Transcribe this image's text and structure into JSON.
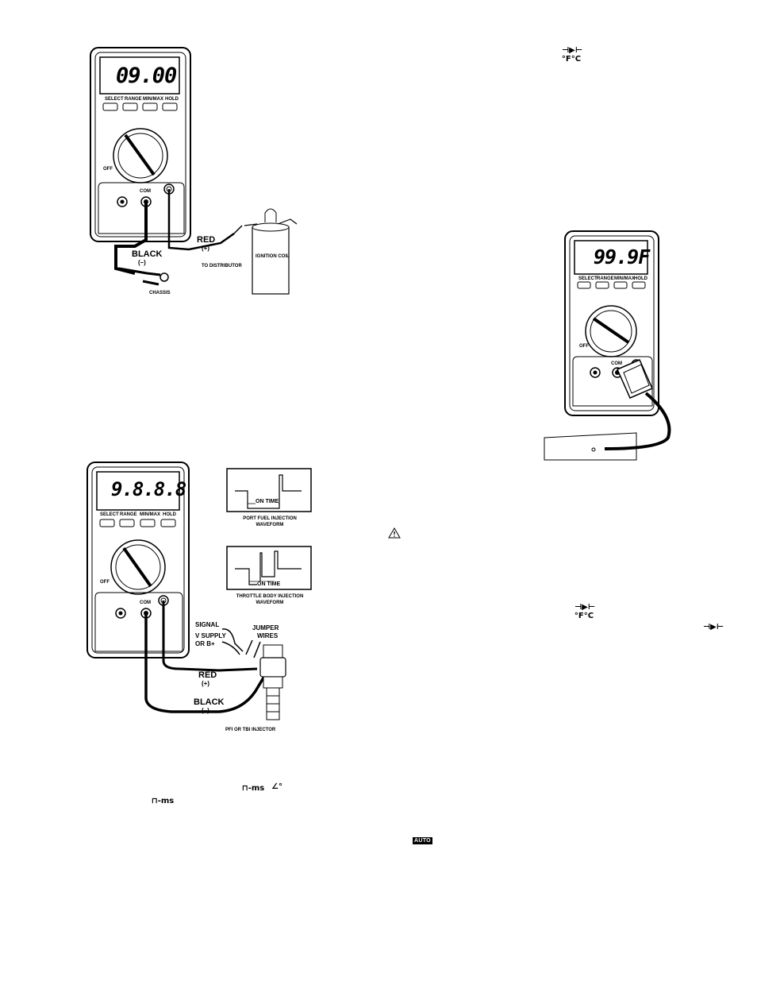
{
  "figure1": {
    "lcd": {
      "reading": "09.00"
    },
    "buttons": [
      "SELECT",
      "RANGE",
      "MIN/MAX",
      "HOLD"
    ],
    "labels": {
      "off": "OFF",
      "com": "COM",
      "red": "RED",
      "red_sign": "(+)",
      "black": "BLACK",
      "black_sign": "(–)",
      "to_distributor": "TO DISTRIBUTOR",
      "ignition_coil": "IGNITION COIL",
      "chassis": "CHASSIS"
    }
  },
  "figure2": {
    "lcd": {
      "reading": "99.9F"
    },
    "buttons": [
      "SELECT",
      "RANGE",
      "MIN/MAX",
      "HOLD"
    ],
    "labels": {
      "off": "OFF",
      "com": "COM"
    }
  },
  "figure3": {
    "lcd": {
      "reading": "9.8.8.8"
    },
    "buttons": [
      "SELECT",
      "RANGE",
      "MIN/MAX",
      "HOLD"
    ],
    "labels": {
      "off": "OFF",
      "com": "COM",
      "red": "RED",
      "red_sign": "(+)",
      "black": "BLACK",
      "black_sign": "(–)",
      "signal": "SIGNAL",
      "v_supply": "V SUPPLY",
      "or_b": "OR B+",
      "jumper": "JUMPER",
      "wires": "WIRES",
      "injector": "PFI OR TBI INJECTOR"
    },
    "waveform1": {
      "on_time": "ON TIME",
      "caption1": "PORT FUEL INJECTION",
      "caption2": "WAVEFORM"
    },
    "waveform2": {
      "on_time": "ON TIME",
      "caption1": "THROTTLE BODY INJECTION",
      "caption2": "WAVEFORM"
    }
  },
  "symbols": {
    "diode_temp_top": "⊣▶⊢",
    "temp_unit_top": "°F°C",
    "diode_temp_mid": "⊣▶⊢",
    "temp_unit_mid": "°F°C",
    "diode_right": "⊣▶⊢",
    "ms_symbol": "⊓-ms",
    "dwell_symbol": "∠°",
    "ms_symbol2": "⊓-ms",
    "auto_badge": "AUTO"
  }
}
